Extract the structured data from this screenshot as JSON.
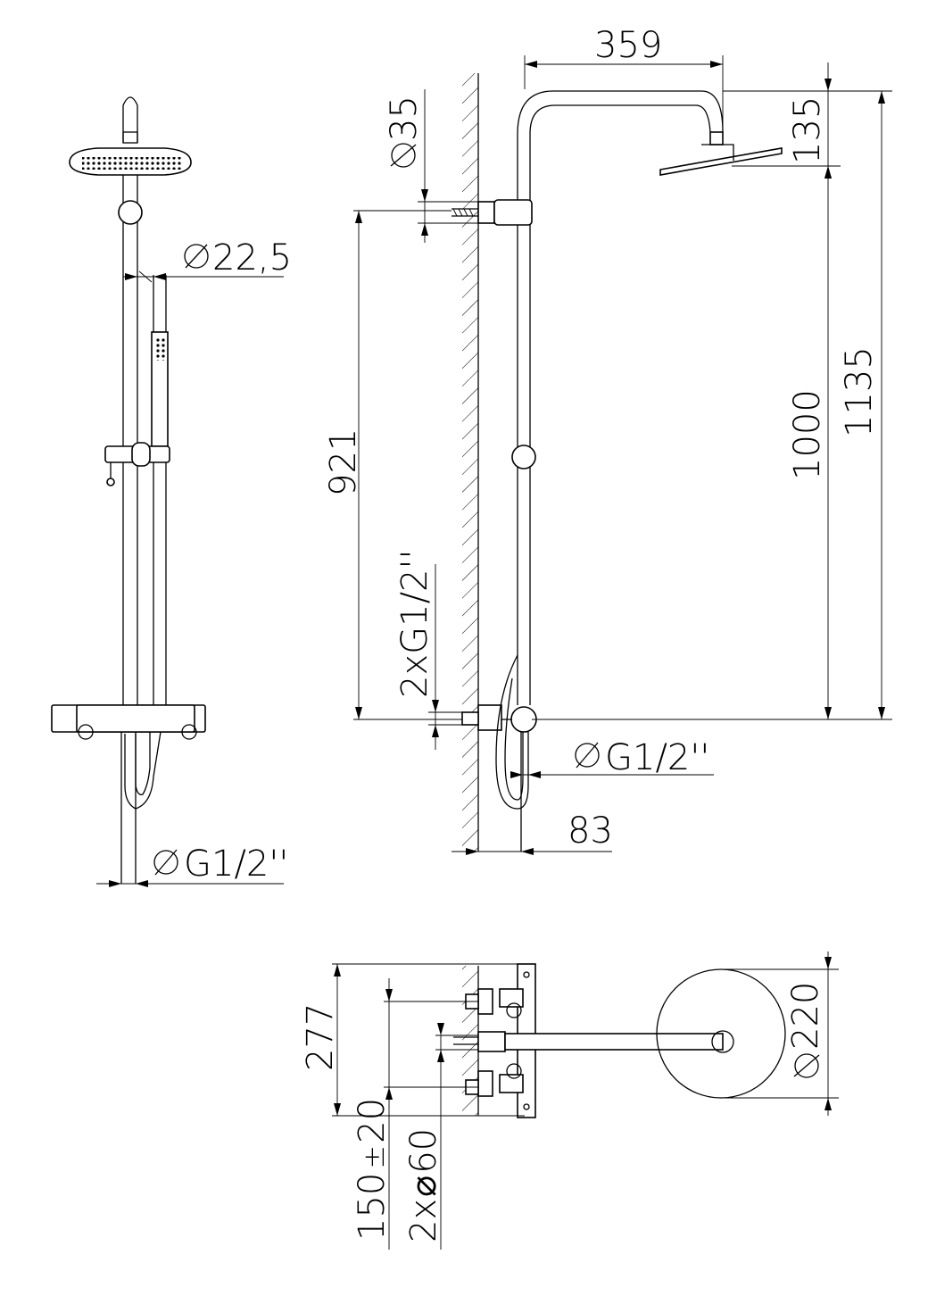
{
  "front_view": {
    "pipe_diameter": "22,5",
    "inlet_thread": "G1/2''"
  },
  "side_view": {
    "arm_reach": "359",
    "head_drop": "135",
    "wall_bracket_diameter": "35",
    "bracket_height": "921",
    "inlet_threads": "2xG1/2''",
    "hose_thread": "G1/2''",
    "wall_offset": "83",
    "shower_height": "1000",
    "total_height": "1135"
  },
  "top_view": {
    "depth": "277",
    "inlet_spacing": "150",
    "inlet_tolerance": "20",
    "rosette_count_diameter": "2x",
    "rosette_diameter": "60",
    "head_diameter": "220"
  }
}
